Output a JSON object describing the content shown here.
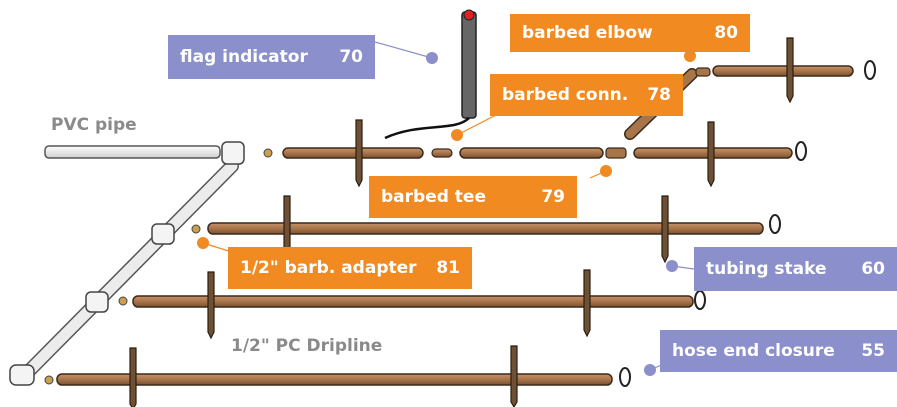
{
  "colors": {
    "orange_tag": "#f28a22",
    "purple_tag": "#8b8fcc",
    "dripline": "#a8744a",
    "pvc": "#e8e8e8",
    "stake": "#6e5034",
    "plain_label": "#8a8a8a"
  },
  "labels": {
    "pvc_pipe": "PVC pipe",
    "dripline": "1/2\" PC Dripline"
  },
  "callouts": {
    "flag_indicator": {
      "text": "flag indicator",
      "number": "70"
    },
    "barbed_elbow": {
      "text": "barbed elbow",
      "number": "80"
    },
    "barbed_conn": {
      "text": "barbed conn.",
      "number": "78"
    },
    "barbed_tee": {
      "text": "barbed tee",
      "number": "79"
    },
    "barb_adapter": {
      "text": "1/2\" barb. adapter",
      "number": "81"
    },
    "tubing_stake": {
      "text": "tubing stake",
      "number": "60"
    },
    "hose_end_closure": {
      "text": "hose end closure",
      "number": "55"
    }
  }
}
